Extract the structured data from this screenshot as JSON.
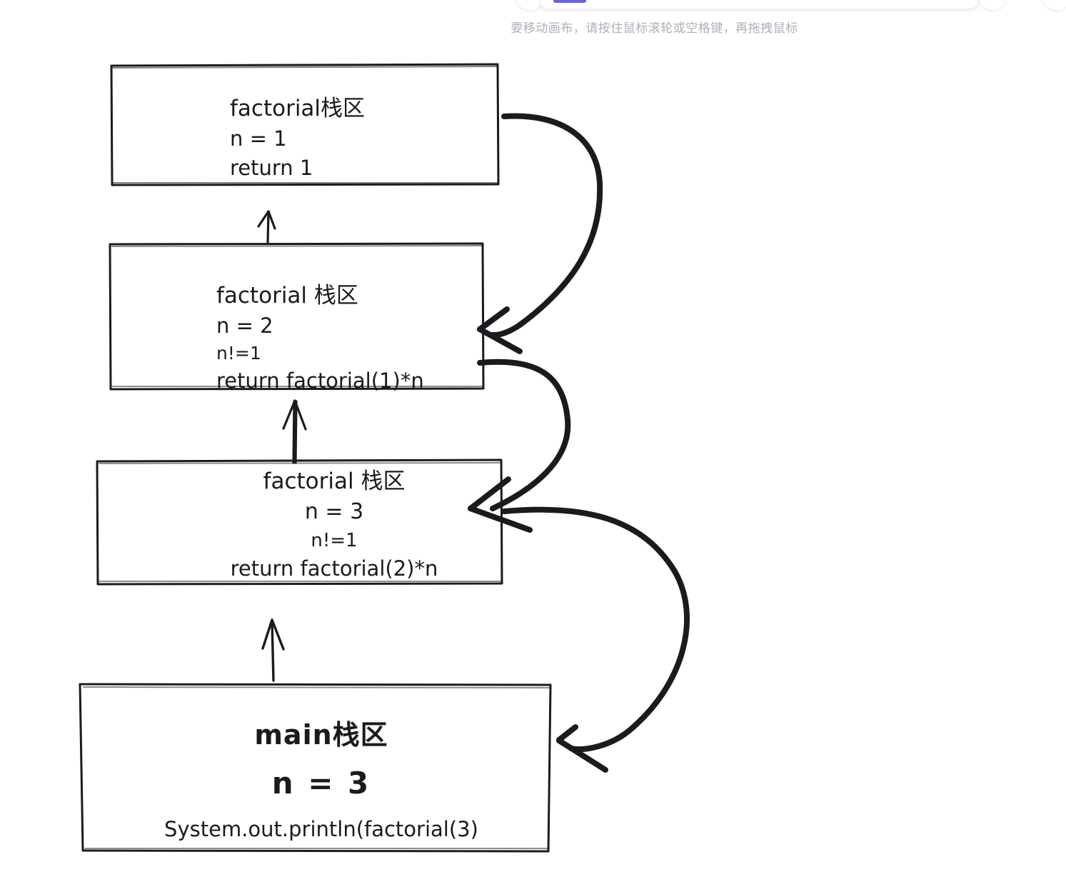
{
  "app": {
    "canvas_hint": "要移动画布，请按住鼠标滚轮或空格键，再拖拽鼠标",
    "accent_color": "#6965db",
    "stroke_color": "#1b1b1f",
    "background_color": "#ffffff"
  },
  "diagram": {
    "title": "factorial recursion call stack",
    "frames": [
      {
        "id": "factorial-n1",
        "lines": [
          "factorial栈区",
          "n = 1",
          "return 1"
        ],
        "align": "left"
      },
      {
        "id": "factorial-n2",
        "lines": [
          "factorial 栈区",
          "n = 2",
          "n!=1",
          "return factorial(1)*n"
        ],
        "align": "left"
      },
      {
        "id": "factorial-n3",
        "lines": [
          "factorial 栈区",
          "n = 3",
          "n!=1",
          "return factorial(2)*n"
        ],
        "align": "center"
      },
      {
        "id": "main",
        "lines": [
          "main栈区",
          "n = 3",
          "System.out.println(factorial(3)"
        ],
        "align": "center"
      }
    ],
    "arrows": [
      {
        "id": "call-main-to-n3",
        "label": "",
        "kind": "thin-up"
      },
      {
        "id": "call-n3-to-n2",
        "label": "",
        "kind": "thick-up"
      },
      {
        "id": "call-n2-to-n1",
        "label": "",
        "kind": "thin-up"
      },
      {
        "id": "return-n1-to-n2",
        "label": "",
        "kind": "curved-return"
      },
      {
        "id": "return-n2-to-n3",
        "label": "",
        "kind": "curved-return"
      },
      {
        "id": "return-n3-to-main",
        "label": "",
        "kind": "curved-return"
      }
    ]
  }
}
